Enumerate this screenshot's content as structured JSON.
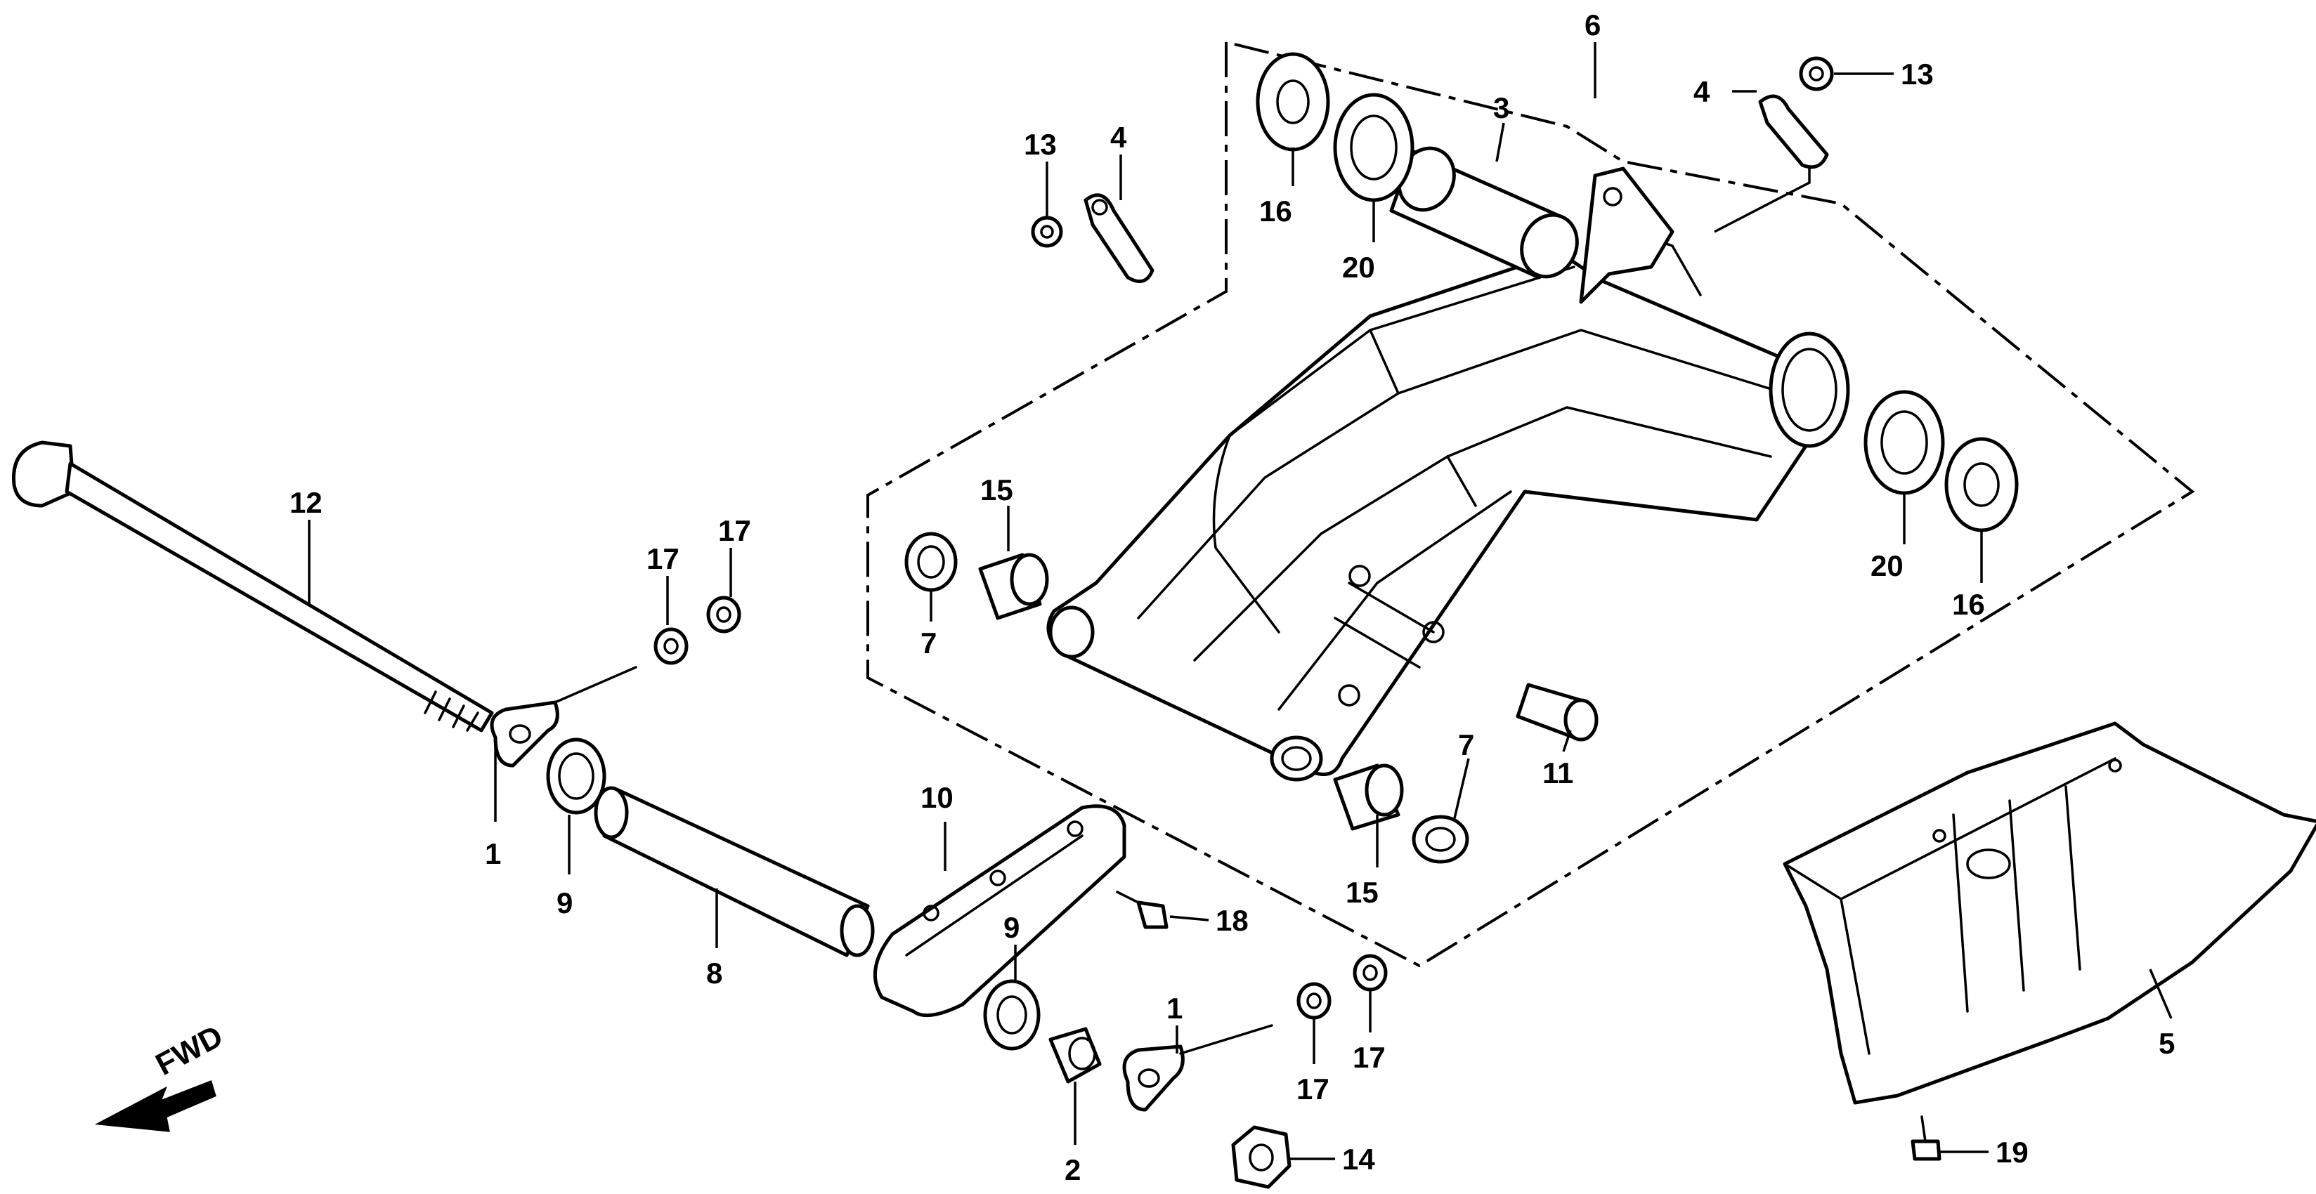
{
  "callouts": {
    "c1a": "1",
    "c1b": "1",
    "c2": "2",
    "c3": "3",
    "c4a": "4",
    "c4b": "4",
    "c5": "5",
    "c6": "6",
    "c7a": "7",
    "c7b": "7",
    "c8": "8",
    "c9a": "9",
    "c9b": "9",
    "c10": "10",
    "c11": "11",
    "c12": "12",
    "c13a": "13",
    "c13b": "13",
    "c14": "14",
    "c15a": "15",
    "c15b": "15",
    "c16a": "16",
    "c16b": "16",
    "c17a": "17",
    "c17b": "17",
    "c17c": "17",
    "c17d": "17",
    "c18": "18",
    "c19": "19",
    "c20a": "20",
    "c20b": "20"
  },
  "fwd_label": "FWD"
}
